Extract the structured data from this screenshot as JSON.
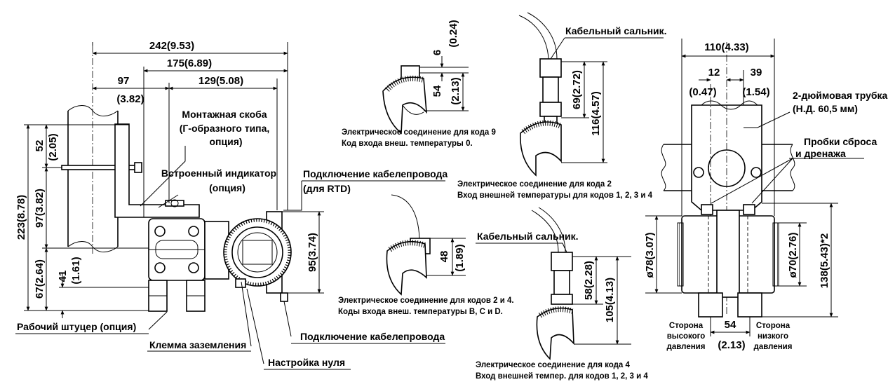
{
  "left_view": {
    "dim_width_total": "242(9.53)",
    "dim_width_mid": "175(6.89)",
    "dim_width_97": "97",
    "dim_width_97_in": "(3.82)",
    "dim_width_129": "129(5.08)",
    "dim_h_52": "52",
    "dim_h_52_in": "(2.05)",
    "dim_h_223": "223(8.78)",
    "dim_h_97": "97(3.82)",
    "dim_h_41": "41",
    "dim_h_41_in": "(1.61)",
    "dim_h_67": "67(2.64)",
    "dim_h_95": "95(3.74)",
    "label_bracket_1": "Монтажная скоба",
    "label_bracket_2": "(Г-образного типа,",
    "label_bracket_3": "опция)",
    "label_indicator_1": "Встроенный индикатор",
    "label_indicator_2": "(опция)",
    "label_conduit_rtd_1": "Подключение кабелепровода",
    "label_conduit_rtd_2": "(для RTD)",
    "label_process": "Рабочий штуцер (опция)",
    "label_ground": "Клемма заземления",
    "label_conduit": "Подключение кабелепровода",
    "label_zero": "Настройка нуля"
  },
  "code9": {
    "dim_6": "6",
    "dim_6_in": "(0.24)",
    "dim_54": "54",
    "dim_54_in": "(2.13)",
    "caption_1": "Электрическое соединение для кода 9",
    "caption_2": "Код входа внеш. температуры 0."
  },
  "code2": {
    "label_gland": "Кабельный сальник.",
    "dim_69": "69(2.72)",
    "dim_116": "116(4.57)",
    "caption_1": "Электрическое соединение для кода 2",
    "caption_2": "Вход внешней температуры для кодов 1, 2, 3 и 4"
  },
  "code24": {
    "dim_48": "48",
    "dim_48_in": "(1.89)",
    "caption_1": "Электрическое соединение для кодов 2 и 4.",
    "caption_2": "Коды входа внеш. температуры B, C и D."
  },
  "code4": {
    "label_gland": "Кабельный сальник.",
    "dim_58": "58(2.28)",
    "dim_105": "105(4.13)",
    "caption_1": "Электрическое соединение для кода 4",
    "caption_2": "Вход внешней темпер. для кодов 1, 2, 3 и 4"
  },
  "right_view": {
    "dim_110": "110(4.33)",
    "dim_12": "12",
    "dim_12_in": "(0.47)",
    "dim_39": "39",
    "dim_39_in": "(1.54)",
    "label_pipe_1": "2-дюймовая трубка",
    "label_pipe_2": "(Н.Д. 60,5 мм)",
    "label_vent_1": "Пробки сброса",
    "label_vent_2": "и дренажа",
    "dim_78": "ø78(3.07)",
    "dim_70": "ø70(2.76)",
    "dim_138": "138(5.43)*2",
    "dim_54": "54",
    "dim_54_in": "(2.13)",
    "label_high_1": "Сторона",
    "label_high_2": "высокого",
    "label_high_3": "давления",
    "label_low_1": "Сторона",
    "label_low_2": "низкого",
    "label_low_3": "давления"
  }
}
